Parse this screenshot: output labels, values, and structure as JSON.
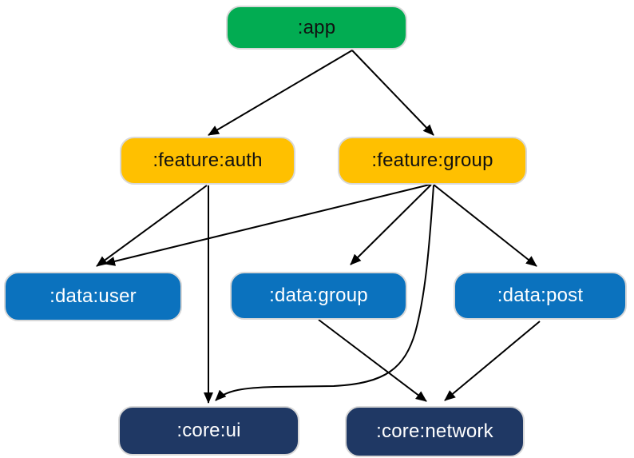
{
  "diagram": {
    "background_color": "#ffffff",
    "edge_color": "#000000",
    "nodes": [
      {
        "id": "app",
        "label": ":app",
        "color": "#02AC52",
        "text_color": "#111111"
      },
      {
        "id": "feature-auth",
        "label": ":feature:auth",
        "color": "#FFC000",
        "text_color": "#111111"
      },
      {
        "id": "feature-group",
        "label": ":feature:group",
        "color": "#FFC000",
        "text_color": "#111111"
      },
      {
        "id": "data-user",
        "label": ":data:user",
        "color": "#0B72BE",
        "text_color": "#ffffff"
      },
      {
        "id": "data-group",
        "label": ":data:group",
        "color": "#0B72BE",
        "text_color": "#ffffff"
      },
      {
        "id": "data-post",
        "label": ":data:post",
        "color": "#0B72BE",
        "text_color": "#ffffff"
      },
      {
        "id": "core-ui",
        "label": ":core:ui",
        "color": "#1F3864",
        "text_color": "#ffffff"
      },
      {
        "id": "core-network",
        "label": ":core:network",
        "color": "#1F3864",
        "text_color": "#ffffff"
      }
    ],
    "edges": [
      {
        "from": ":app",
        "to": ":feature:auth"
      },
      {
        "from": ":app",
        "to": ":feature:group"
      },
      {
        "from": ":feature:auth",
        "to": ":data:user"
      },
      {
        "from": ":feature:auth",
        "to": ":core:ui"
      },
      {
        "from": ":feature:group",
        "to": ":data:user"
      },
      {
        "from": ":feature:group",
        "to": ":data:group"
      },
      {
        "from": ":feature:group",
        "to": ":data:post"
      },
      {
        "from": ":feature:group",
        "to": ":core:ui"
      },
      {
        "from": ":data:group",
        "to": ":core:network"
      },
      {
        "from": ":data:post",
        "to": ":core:network"
      }
    ]
  }
}
